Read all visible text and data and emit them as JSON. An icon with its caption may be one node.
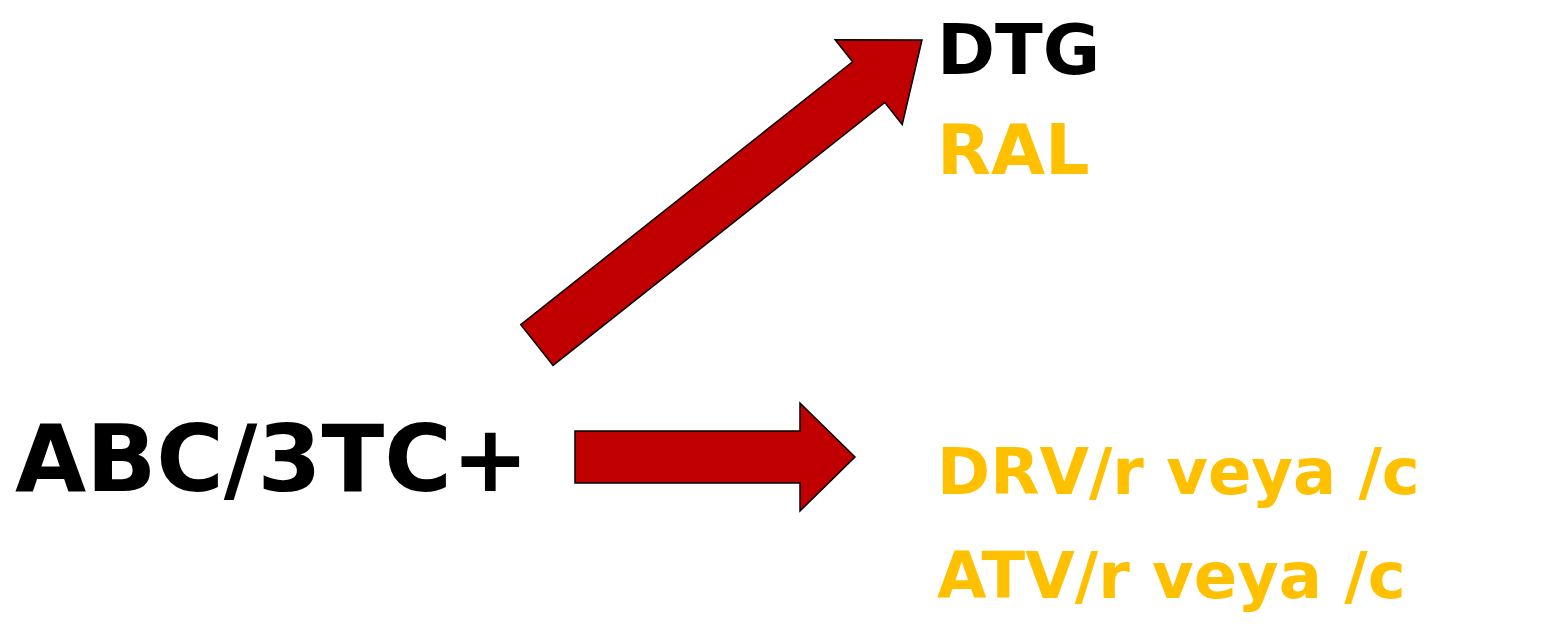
{
  "diagram": {
    "nodes": [
      {
        "text": [
          "ABC/3TC+"
        ]
      },
      {
        "text": [
          "DTG",
          "RAL"
        ]
      },
      {
        "text": [
          "DRV/r veya /c",
          "ATV/r veya /c"
        ]
      }
    ],
    "edges": [
      {
        "from": 0,
        "to": 1,
        "arrow": "to"
      },
      {
        "from": 0,
        "to": 2,
        "arrow": "to"
      }
    ]
  }
}
